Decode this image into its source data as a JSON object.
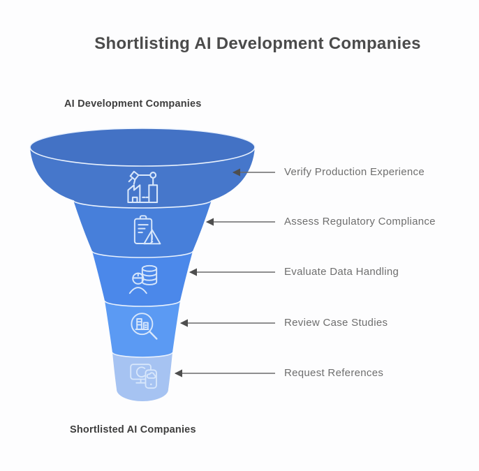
{
  "title": "Shortlisting AI Development Companies",
  "funnel": {
    "top_label": "AI Development Companies",
    "bottom_label": "Shortlisted AI Companies",
    "rim_color": "#4372C5",
    "divider_color": "#EAF2FD",
    "icon_stroke": "#D8E7FB",
    "segments": [
      {
        "label": "Verify Production Experience",
        "icon": "factory-robot-arm-icon",
        "color": "#4677CB"
      },
      {
        "label": "Assess Regulatory Compliance",
        "icon": "clipboard-warning-icon",
        "color": "#477FDA"
      },
      {
        "label": "Evaluate Data Handling",
        "icon": "person-database-icon",
        "color": "#4B88EA"
      },
      {
        "label": "Review Case Studies",
        "icon": "magnifier-building-icon",
        "color": "#5B9AF3"
      },
      {
        "label": "Request References",
        "icon": "monitor-phone-icon",
        "color": "#A6C3F2"
      }
    ]
  },
  "connector": {
    "line_color": "#6A6A6A",
    "head_color": "#4E4E4E"
  },
  "background": "#FDFDFE"
}
